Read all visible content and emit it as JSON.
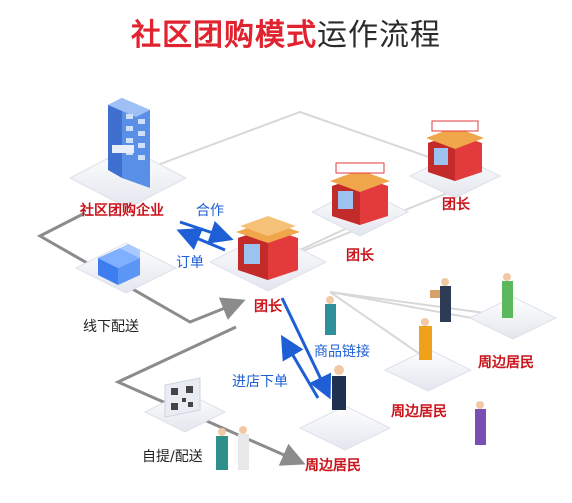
{
  "title": {
    "highlight": "社区团购模式",
    "rest": "运作流程"
  },
  "nodes": {
    "enterprise": "社区团购企业",
    "leader_center": "团长",
    "leader_mid": "团长",
    "leader_right": "团长",
    "resident_right": "周边居民",
    "resident_mid": "周边居民",
    "resident_bottom": "周边居民",
    "offline_delivery": "线下配送",
    "pickup_delivery": "自提/配送"
  },
  "edges": {
    "cooperate": "合作",
    "order": "订单",
    "product_link": "商品链接",
    "store_order": "进店下单"
  },
  "colors": {
    "accent_red": "#e0232f",
    "label_red": "#c9141b",
    "blue": "#1e5fd6",
    "line_gray": "#8c8c8c"
  }
}
